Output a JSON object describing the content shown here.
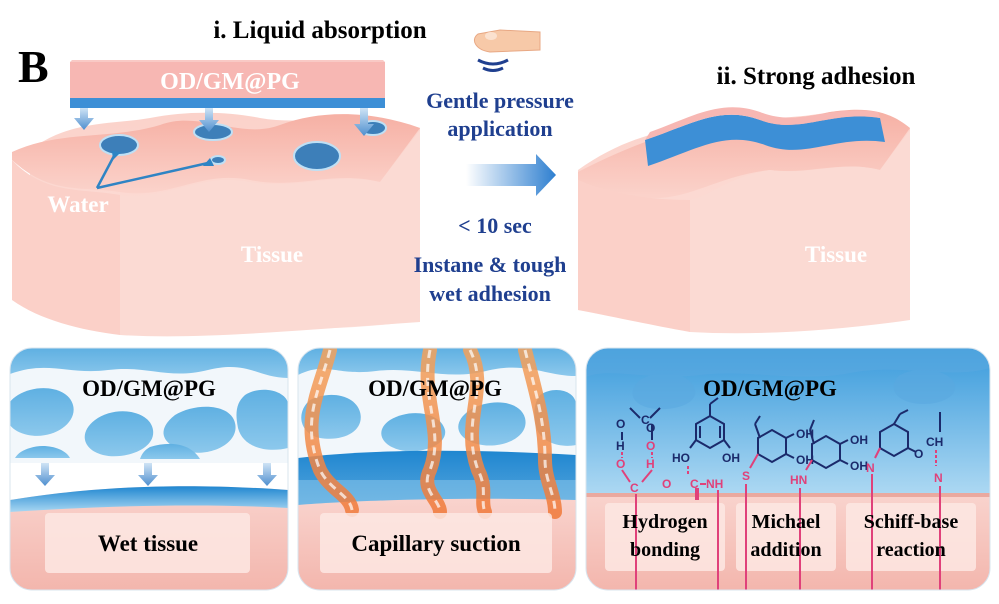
{
  "panel_letter": "B",
  "top": {
    "step1_title": "i. Liquid absorption",
    "step2_title": "ii. Strong adhesion",
    "patch_label": "OD/GM@PG",
    "water_label": "Water",
    "tissue_label_left": "Tissue",
    "tissue_label_right": "Tissue",
    "pressure_line1": "Gentle pressure",
    "pressure_line2": "application",
    "time_label": "< 10 sec",
    "adhesion_line1": "Instane & tough",
    "adhesion_line2": "wet adhesion"
  },
  "panels": [
    {
      "title": "OD/GM@PG",
      "caption": "Wet tissue"
    },
    {
      "title": "OD/GM@PG",
      "caption": "Capillary suction"
    },
    {
      "title": "OD/GM@PG",
      "captions": [
        {
          "line1": "Hydrogen",
          "line2": "bonding"
        },
        {
          "line1": "Michael",
          "line2": "addition"
        },
        {
          "line1": "Schiff-base",
          "line2": "reaction"
        }
      ],
      "chem": {
        "o1": "O",
        "c1": "C",
        "h1": "H",
        "o2": "O",
        "h2": "H",
        "o3": "O",
        "o4": "O",
        "c2": "C",
        "ho": "HO",
        "oh": "OH",
        "nh": "NH",
        "c3": "C",
        "o5": "O",
        "s": "S",
        "oh2": "OH",
        "oh3": "OH",
        "hn": "HN",
        "oh4": "OH",
        "oh5": "OH",
        "n1": "N",
        "o6": "O",
        "ch": "CH",
        "n2": "N"
      }
    }
  ],
  "colors": {
    "patch_pink": "#f7b7b3",
    "patch_blue": "#3d8fd6",
    "tissue": "#f9c7bf",
    "tissue_dark": "#f1a99d",
    "gel_blue": "#2d8fd1",
    "title_blue": "#1f3f8f",
    "chem_pink": "#e0417a",
    "chem_navy": "#1b2a6b"
  }
}
